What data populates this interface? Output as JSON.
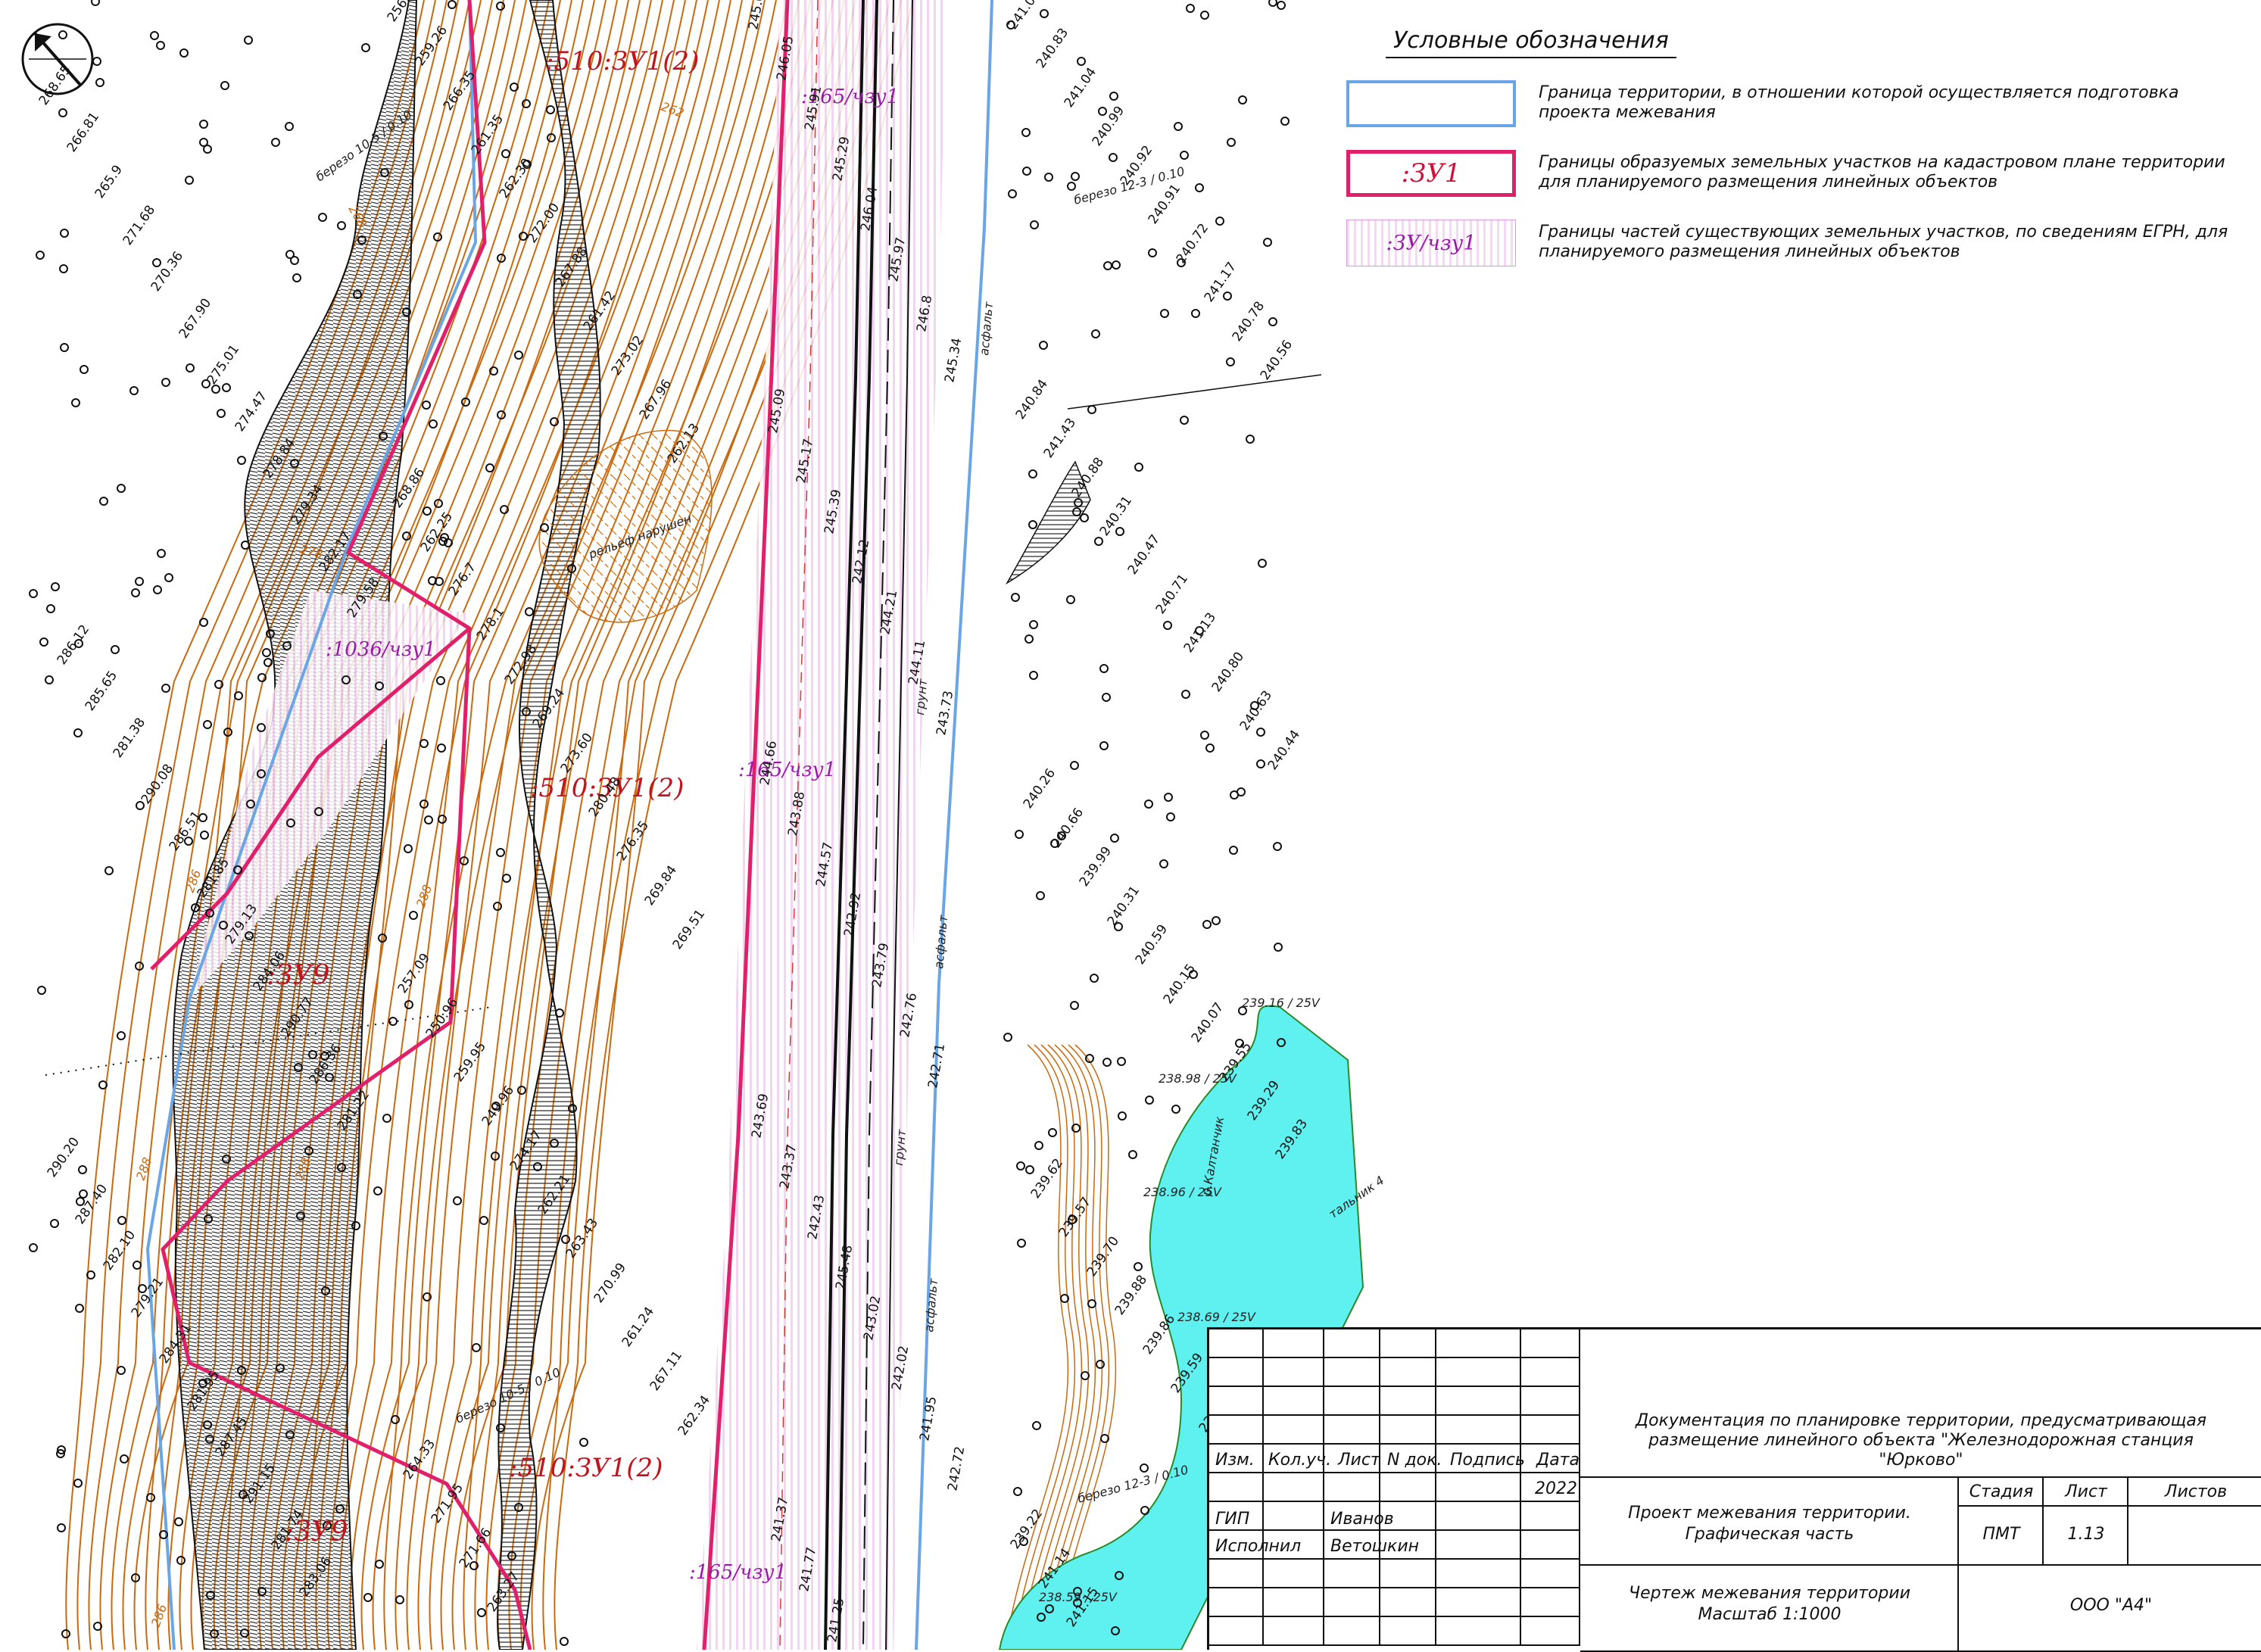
{
  "north_arrow": "north-arrow-icon",
  "colors": {
    "contour": "#c86a10",
    "slope_hatch": "#222222",
    "territory_boundary": "#6aa6e6",
    "parcel_boundary": "#e0206a",
    "parcel_label": "#c0141e",
    "part_label": "#9a1aa8",
    "part_hatch": "#e6b6e8",
    "water": "#5ff0f0",
    "railway": "#111111"
  },
  "legend": {
    "title": "Условные обозначения",
    "items": [
      {
        "symbol": "",
        "text": "Граница территории, в отношении которой осуществляется подготовка проекта межевания"
      },
      {
        "symbol": ":ЗУ1",
        "text": "Границы образуемых земельных участков на кадастровом плане территории для планируемого размещения линейных объектов"
      },
      {
        "symbol": ":ЗУ/чзу1",
        "text": "Границы частей существующих земельных участков, по сведениям ЕГРН, для планируемого размещения линейных объектов"
      }
    ]
  },
  "map_labels": {
    "parcel_top": ":510:ЗУ1(2)",
    "parcel_mid": ":510:ЗУ1(2)",
    "parcel_bottom": ":510:ЗУ1(2)",
    "zu9_upper": ":ЗУ9",
    "zu9_lower": ":ЗУ9",
    "part_165_top": ":165/чзу1",
    "part_165_mid": ":165/чзу1",
    "part_165_bottom": ":165/чзу1",
    "part_1036": ":1036/чзу1",
    "river": "р.Калтанчик",
    "relief": "рельеф нарушен",
    "ground_1": "грунт",
    "ground_2": "грунт",
    "asphalt_1": "асфальт",
    "asphalt_2": "асфальт",
    "asphalt_3": "асфальт",
    "shrub": "тальник 4",
    "birch_1": "березо 10-5 / 0.10",
    "birch_2": "березо 12-3 / 0.10",
    "birch_3": "березо 10-5 / 0.10",
    "birch_4": "березо 12-3 / 0.10",
    "water_depth_1": "239.16 / 25V",
    "water_depth_2": "238.98 / 25V",
    "water_depth_3": "238.96 / 25V",
    "water_depth_4": "238.69 / 25V",
    "water_depth_5": "238.59 / 25V",
    "contour_labels": [
      "262",
      "268",
      "278",
      "286",
      "288",
      "288",
      "286",
      "288"
    ]
  },
  "elevations_left": [
    "268.65",
    "266.81",
    "265.9",
    "271.68",
    "270.36",
    "267.90",
    "275.01",
    "274.47",
    "278.84",
    "279.34",
    "282.17",
    "279.58",
    "286.12",
    "285.65",
    "281.38",
    "290.08",
    "286.51",
    "281.85",
    "279.13",
    "284.06",
    "290.77",
    "286.36",
    "281.22",
    "290.20",
    "287.40",
    "282.10",
    "279.21",
    "284.31",
    "281.95",
    "287.45",
    "291.15",
    "281.74",
    "283.06"
  ],
  "elevations_mid": [
    "256.28",
    "259.26",
    "266.35",
    "261.35",
    "262.30",
    "272.00",
    "267.88",
    "261.42",
    "273.02",
    "267.96",
    "262.13",
    "268.86",
    "262.25",
    "276.7",
    "278.1",
    "272.98",
    "269.24",
    "273.60",
    "280.48",
    "276.35",
    "269.84",
    "269.51",
    "257.09",
    "250.96",
    "259.95",
    "249.96",
    "274.17",
    "262.21",
    "263.43",
    "270.99",
    "261.24",
    "267.11",
    "262.34",
    "264.33",
    "271.95",
    "271.66",
    "263.27"
  ],
  "elevations_track": [
    "245.65",
    "246.05",
    "245.91",
    "245.29",
    "246.04",
    "245.97",
    "246.8",
    "245.34",
    "245.09",
    "245.17",
    "245.39",
    "242.12",
    "244.21",
    "244.11",
    "243.73",
    "244.66",
    "243.88",
    "244.57",
    "242.92",
    "243.79",
    "242.76",
    "242.71",
    "243.69",
    "243.37",
    "242.43",
    "245.48",
    "243.02",
    "242.02",
    "241.95",
    "242.72",
    "241.37",
    "241.77",
    "241.25"
  ],
  "elevations_right": [
    "241.04",
    "240.83",
    "241.04",
    "240.99",
    "240.92",
    "240.91",
    "240.72",
    "241.17",
    "240.78",
    "240.56",
    "240.84",
    "241.43",
    "240.88",
    "240.31",
    "240.47",
    "240.71",
    "241.13",
    "240.80",
    "240.63",
    "240.44",
    "240.26",
    "240.66",
    "239.99",
    "240.31",
    "240.59",
    "240.15",
    "240.07",
    "239.55",
    "239.29",
    "239.83",
    "239.62",
    "239.57",
    "239.70",
    "239.88",
    "239.86",
    "239.59",
    "238.55",
    "240.22",
    "238.97",
    "239.22",
    "241.14",
    "241.15"
  ],
  "title_block": {
    "headers": {
      "izm": "Изм.",
      "kol_uch": "Кол.уч.",
      "list": "Лист",
      "n_dok": "N док.",
      "podpis": "Подпись",
      "data": "Дата"
    },
    "year": "2022",
    "roles": [
      {
        "role": "ГИП",
        "name": "Иванов"
      },
      {
        "role": "Исполнил",
        "name": "Ветошкин"
      }
    ],
    "project_title": "Документация по планировке территории, предусматривающая размещение линейного объекта \"Железнодорожная станция \"Юрково\"",
    "doc_part_line1": "Проект межевания территории.",
    "doc_part_line2": "Графическая часть",
    "sheet_title_line1": "Чертеж межевания территории",
    "sheet_title_line2": "Масштаб 1:1000",
    "col_stadia": "Стадия",
    "col_list": "Лист",
    "col_listov": "Листов",
    "stadia": "ПМТ",
    "sheet_no": "1.13",
    "sheets_total": "",
    "company": "ООО \"А4\""
  }
}
